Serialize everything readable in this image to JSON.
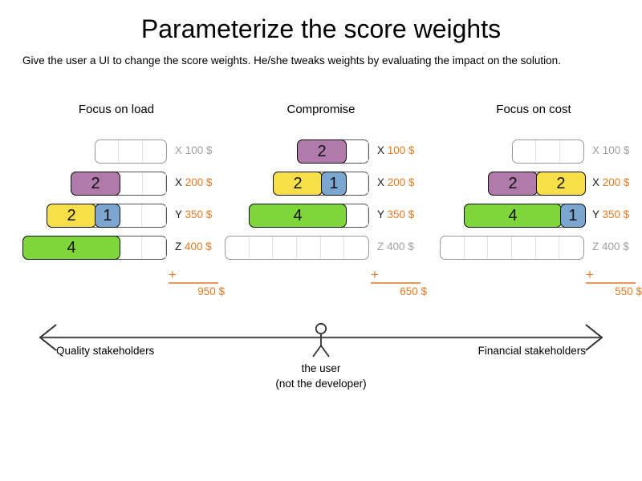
{
  "header": {
    "title": "Parameterize the score weights",
    "subtitle": "Give the user a UI to change the score weights. He/she tweaks weights by evaluating the impact on the solution."
  },
  "palette": {
    "purple": "#b07bab",
    "yellow": "#f7df4a",
    "blue": "#7aa6d0",
    "green": "#7ed63a",
    "orange": "#e07b24",
    "rule": "#e8995a",
    "inactive_text": "#a0a0a0",
    "border": "#555555",
    "axis": "#555555"
  },
  "columns": [
    {
      "title": "Focus on load",
      "rows": [
        {
          "letter": "X",
          "price": "100 $",
          "active": false,
          "slots": 3,
          "segments": []
        },
        {
          "letter": "X",
          "price": "200 $",
          "active": true,
          "slots": 4,
          "segments": [
            {
              "value": "2",
              "color": "purple",
              "units": 2
            }
          ]
        },
        {
          "letter": "Y",
          "price": "350 $",
          "active": true,
          "slots": 5,
          "segments": [
            {
              "value": "2",
              "color": "yellow",
              "units": 2
            },
            {
              "value": "1",
              "color": "blue",
              "units": 1
            }
          ]
        },
        {
          "letter": "Z",
          "price": "400 $",
          "active": true,
          "slots": 6,
          "segments": [
            {
              "value": "4",
              "color": "green",
              "units": 4
            }
          ]
        }
      ],
      "total": "950 $",
      "plus": "+"
    },
    {
      "title": "Compromise",
      "rows": [
        {
          "letter": "X",
          "price": "100 $",
          "active": true,
          "slots": 3,
          "segments": [
            {
              "value": "2",
              "color": "purple",
              "units": 2
            }
          ]
        },
        {
          "letter": "X",
          "price": "200 $",
          "active": true,
          "slots": 4,
          "segments": [
            {
              "value": "2",
              "color": "yellow",
              "units": 2
            },
            {
              "value": "1",
              "color": "blue",
              "units": 1
            }
          ]
        },
        {
          "letter": "Y",
          "price": "350 $",
          "active": true,
          "slots": 5,
          "segments": [
            {
              "value": "4",
              "color": "green",
              "units": 4
            }
          ]
        },
        {
          "letter": "Z",
          "price": "400 $",
          "active": false,
          "slots": 6,
          "segments": []
        }
      ],
      "total": "650 $",
      "plus": "+"
    },
    {
      "title": "Focus on cost",
      "rows": [
        {
          "letter": "X",
          "price": "100 $",
          "active": false,
          "slots": 3,
          "segments": []
        },
        {
          "letter": "X",
          "price": "200 $",
          "active": true,
          "slots": 4,
          "segments": [
            {
              "value": "2",
              "color": "purple",
              "units": 2
            },
            {
              "value": "2",
              "color": "yellow",
              "units": 2
            }
          ]
        },
        {
          "letter": "Y",
          "price": "350 $",
          "active": true,
          "slots": 5,
          "segments": [
            {
              "value": "4",
              "color": "green",
              "units": 4
            },
            {
              "value": "1",
              "color": "blue",
              "units": 1
            }
          ]
        },
        {
          "letter": "Z",
          "price": "400 $",
          "active": false,
          "slots": 6,
          "segments": []
        }
      ],
      "total": "550 $",
      "plus": "+"
    }
  ],
  "axis": {
    "left_label": "Quality stakeholders",
    "right_label": "Financial stakeholders",
    "user_line1": "the user",
    "user_line2": "(not the developer)"
  }
}
